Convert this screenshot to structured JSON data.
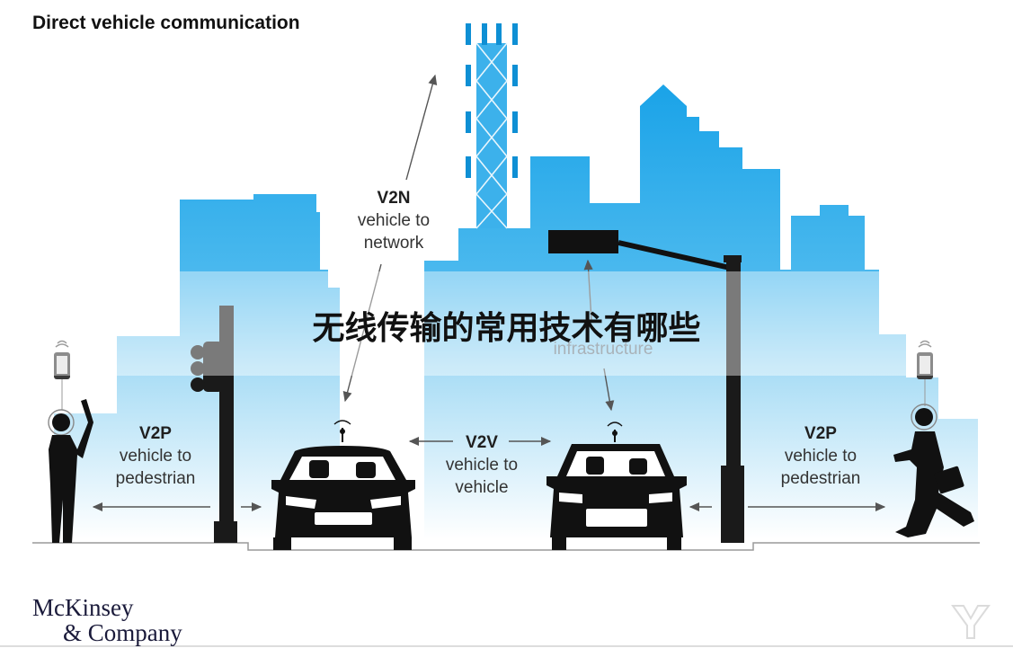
{
  "title": "Direct vehicle communication",
  "overlay_title": "无线传输的常用技术有哪些",
  "labels": {
    "v2n": {
      "code": "V2N",
      "desc": "vehicle to network"
    },
    "v2i": {
      "desc": "infrastructure"
    },
    "v2v": {
      "code": "V2V",
      "desc": "vehicle to vehicle"
    },
    "v2p_left": {
      "code": "V2P",
      "desc": "vehicle to pedestrian"
    },
    "v2p_right": {
      "code": "V2P",
      "desc": "vehicle to pedestrian"
    }
  },
  "logo": {
    "line1": "McKinsey",
    "line2": "& Company"
  },
  "colors": {
    "sky_top": "#1aa3e8",
    "sky_mid": "#8fd1f3",
    "sky_light": "#dff2fb",
    "silhouette": "#111111",
    "arrow": "#555555",
    "pole": "#1a1a1a"
  },
  "icons": [
    "cell-tower-icon",
    "street-light-icon",
    "traffic-light-icon",
    "smartphone-icon",
    "car-icon",
    "suv-icon",
    "pedestrian-icon",
    "business-pedestrian-icon"
  ]
}
